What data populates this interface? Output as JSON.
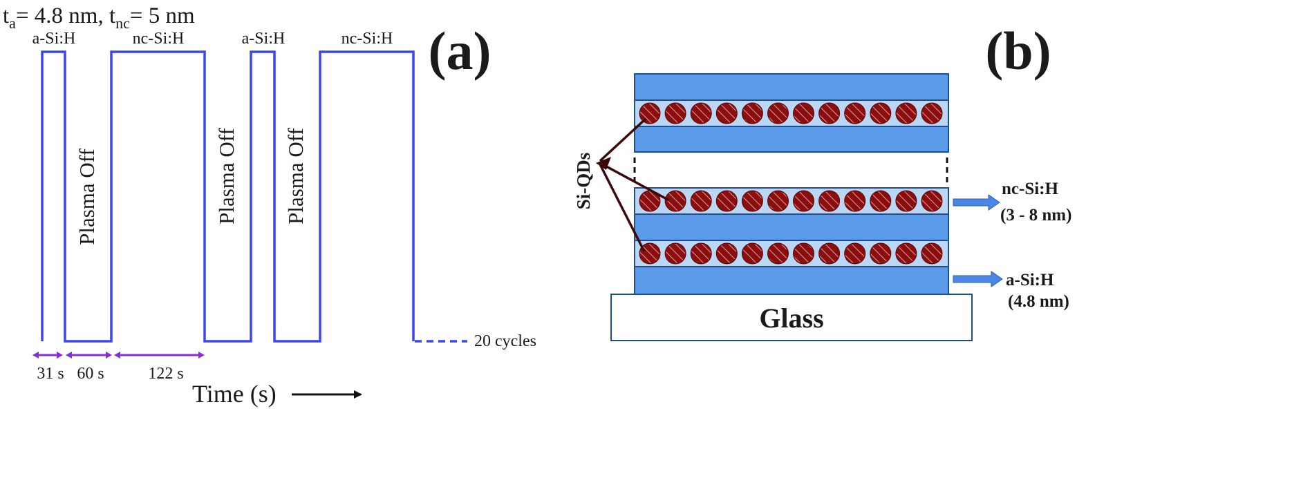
{
  "panel_a": {
    "label": "(a)",
    "title_ta_prefix": "t",
    "title_ta_sub": "a",
    "title_ta_value": "= 4.8 nm, ",
    "title_tnc_prefix": "t",
    "title_tnc_sub": "nc",
    "title_tnc_value": "= 5 nm",
    "pulse_labels": [
      "a-Si:H",
      "nc-Si:H",
      "a-Si:H",
      "nc-Si:H"
    ],
    "off_labels": [
      "Plasma Off",
      "Plasma Off",
      "Plasma Off"
    ],
    "durations": [
      "31 s",
      "60 s",
      "122 s"
    ],
    "cycles_label": "20 cycles",
    "time_axis_label": "Time (s)",
    "waveform_color": "#3c44f0",
    "arrow_color": "#8a2be2"
  },
  "panel_b": {
    "label": "(b)",
    "qd_label": "Si-QDs",
    "layer_labels": {
      "nc_line1": "nc-Si:H",
      "nc_line2": "(3 - 8 nm)",
      "a_line1": "a-Si:H",
      "a_line2": "(4.8 nm)"
    },
    "substrate_label": "Glass",
    "dots_per_row": 12,
    "colors": {
      "a_si_layer": "#5b9bea",
      "nc_si_layer": "#bcd7f5",
      "qd_fill": "#8b0d0d",
      "pointer": "#3a0a0a",
      "side_arrow": "#4a86e8"
    }
  }
}
